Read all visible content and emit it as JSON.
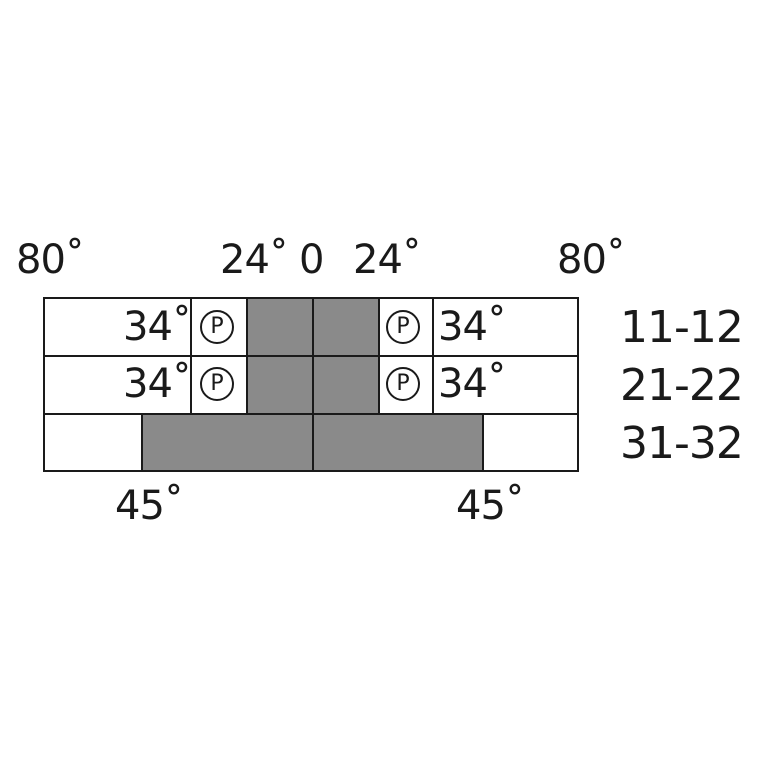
{
  "top_labels": {
    "left_outer": "80˚",
    "left_inner": "24˚",
    "center": "0",
    "right_inner": "24˚",
    "right_outer": "80˚"
  },
  "bottom_labels": {
    "left": "45˚",
    "right": "45˚"
  },
  "rows": [
    {
      "label": "11-12",
      "left_angle": "34˚",
      "right_angle": "34˚",
      "left_marker": "P",
      "right_marker": "P"
    },
    {
      "label": "21-22",
      "left_angle": "34˚",
      "right_angle": "34˚",
      "left_marker": "P",
      "right_marker": "P"
    },
    {
      "label": "31-32"
    }
  ],
  "colors": {
    "shade": "#8a8a8a",
    "line": "#1a1a1a"
  }
}
